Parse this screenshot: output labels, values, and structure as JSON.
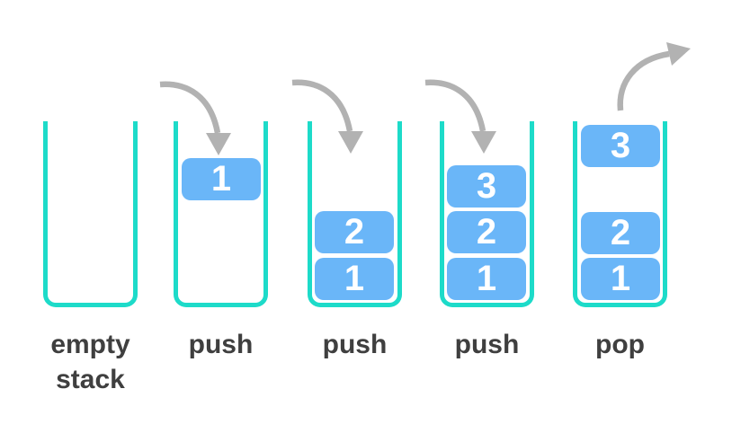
{
  "diagram": {
    "subject": "stack-push-pop-operations",
    "colors": {
      "background": "#ffffff",
      "container_teal": "#1ddbc9",
      "block_blue": "#6ab6f8",
      "block_text": "#ffffff",
      "arrow_gray": "#b2b2b2",
      "label_text": "#3f3f3f"
    },
    "icons": {
      "push_arrow": "curved-arrow-down-into-stack",
      "pop_arrow": "curved-arrow-up-out-of-stack"
    },
    "stages": [
      {
        "label": "empty stack",
        "label_lines": [
          "empty",
          "stack"
        ],
        "blocks": []
      },
      {
        "label": "push",
        "blocks": [
          "1"
        ]
      },
      {
        "label": "push",
        "blocks": [
          "2",
          "1"
        ]
      },
      {
        "label": "push",
        "blocks": [
          "3",
          "2",
          "1"
        ]
      },
      {
        "label": "pop",
        "blocks": [
          "3",
          "2",
          "1"
        ]
      }
    ]
  }
}
